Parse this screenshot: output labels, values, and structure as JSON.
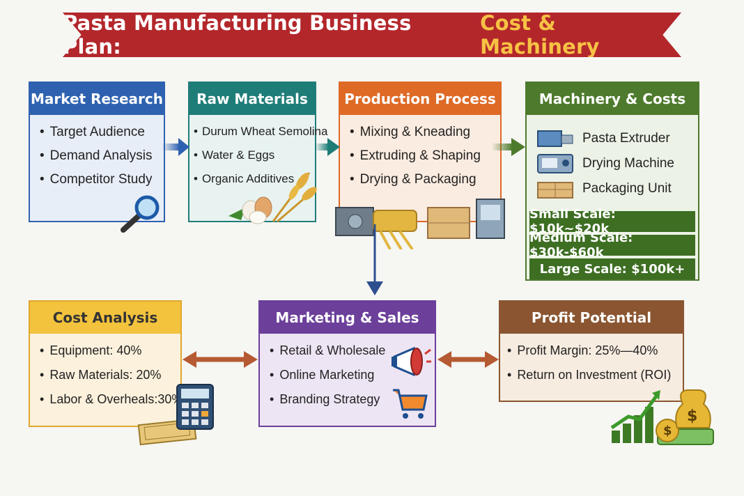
{
  "title": {
    "main": "Pasta Manufacturing Business Plan:",
    "accent": "Cost & Machinery"
  },
  "market": {
    "header": "Market Research",
    "items": [
      "Target Audience",
      "Demand Analysis",
      "Competitor Study"
    ]
  },
  "raw": {
    "header": "Raw Materials",
    "items": [
      "Durum Wheat Semolina",
      "Water & Eggs",
      "Organic Additives"
    ]
  },
  "production": {
    "header": "Production Process",
    "items": [
      "Mixing & Kneading",
      "Extruding & Shaping",
      "Drying & Packaging"
    ]
  },
  "machinery": {
    "header": "Machinery & Costs",
    "items": [
      {
        "label": "Pasta Extruder",
        "icon": "extruder-icon"
      },
      {
        "label": "Drying Machine",
        "icon": "drying-machine-icon"
      },
      {
        "label": "Packaging Unit",
        "icon": "packaging-unit-icon"
      }
    ],
    "scales": [
      "Small Scale: $10k~$20k",
      "Medium Scale: $30k-$60k",
      "Large Scale: $100k+"
    ]
  },
  "cost": {
    "header": "Cost Analysis",
    "items": [
      "Equipment: 40%",
      "Raw Materials: 20%",
      "Labor & Overheals:30%"
    ]
  },
  "marketing": {
    "header": "Marketing & Sales",
    "items": [
      "Retail & Wholesale",
      "Online Marketing",
      "Branding Strategy"
    ]
  },
  "profit": {
    "header": "Profit Potential",
    "items": [
      "Profit Margin: 25%—40%",
      "Return on Investment (ROI)"
    ]
  },
  "colors": {
    "banner": "#b3272b",
    "banner_accent": "#f7c244",
    "market": "#2e62b0",
    "raw": "#1f7d78",
    "production": "#de6a26",
    "machinery": "#4d7a2c",
    "cost": "#f3c33d",
    "marketing": "#6b3f9a",
    "profit": "#8a5530"
  }
}
